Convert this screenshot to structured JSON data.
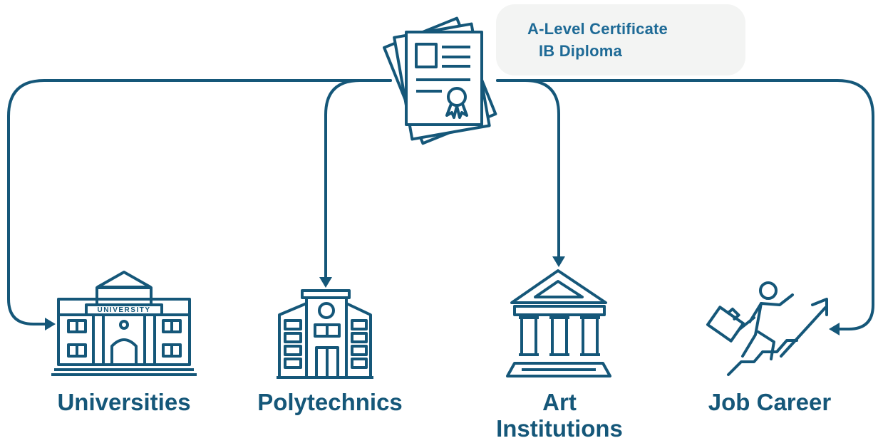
{
  "certificate": {
    "lines": [
      "A-Level Certificate",
      "IB Diploma"
    ]
  },
  "destinations": {
    "universities": {
      "label": "Universities",
      "sign_text": "UNIVERSITY"
    },
    "polytechnics": {
      "label": "Polytechnics"
    },
    "art": {
      "label_line1": "Art",
      "label_line2": "Institutions"
    },
    "job": {
      "label": "Job Career"
    }
  },
  "colors": {
    "primary": "#155779",
    "accent_text": "#1e6a96",
    "box_bg": "#f3f4f3"
  }
}
